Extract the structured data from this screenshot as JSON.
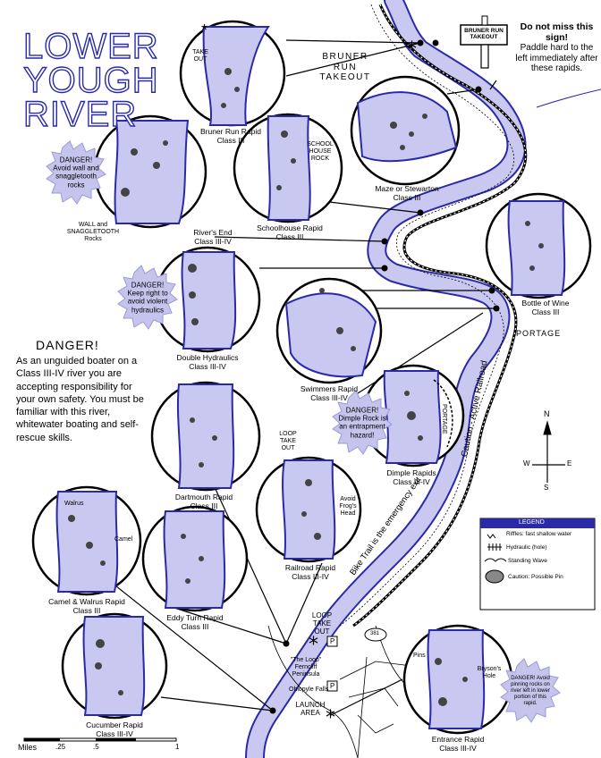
{
  "title": {
    "line1": "LOWER",
    "line2": "YOUGH",
    "line3": "RIVER"
  },
  "bruner_sign": {
    "sign_text": "BRUNER RUN TAKEOUT",
    "note_heading": "Do not miss this sign!",
    "note_body": "Paddle hard to the left immediately after these rapids."
  },
  "map_labels": {
    "bruner_takeout": "BRUNER RUN TAKEOUT",
    "portage": "PORTAGE",
    "railroad": "Caution - Active Railroad",
    "bike_trail": "Bike Trail is the emergency exit",
    "loop_takeout": "LOOP TAKE OUT",
    "the_loop": "\"The Loop\" Ferncliff Peninsula",
    "ohiopyle_falls": "Ohiopyle Falls",
    "launch_area": "LAUNCH AREA",
    "route": "381",
    "parking": "P"
  },
  "rapids": [
    {
      "name": "Bruner Run Rapid",
      "cls": "Class III"
    },
    {
      "name": "Maze or Stewarton",
      "cls": "Class III"
    },
    {
      "name": "Schoolhouse Rapid",
      "cls": "Class III"
    },
    {
      "name": "River's End",
      "cls": "Class III-IV"
    },
    {
      "name": "Bottle of Wine",
      "cls": "Class III"
    },
    {
      "name": "Double Hydraulics",
      "cls": "Class III-IV"
    },
    {
      "name": "Swimmers Rapid",
      "cls": "Class III-IV"
    },
    {
      "name": "Dimple Rapids",
      "cls": "Class III-IV"
    },
    {
      "name": "Dartmouth Rapid",
      "cls": "Class III"
    },
    {
      "name": "Railroad Rapid",
      "cls": "Class III-IV"
    },
    {
      "name": "Camel & Walrus Rapid",
      "cls": "Class III"
    },
    {
      "name": "Eddy Turn Rapid",
      "cls": "Class III"
    },
    {
      "name": "Cucumber Rapid",
      "cls": "Class III-IV"
    },
    {
      "name": "Entrance Rapid",
      "cls": "Class III-IV"
    }
  ],
  "inset_labels": {
    "take_out": "TAKE OUT",
    "school_house_rock": "SCHOOL HOUSE ROCK",
    "wall_snaggletooth": "WALL and SNAGGLETOOTH Rocks",
    "loop_take_out": "LOOP TAKE OUT",
    "avoid_frogs_head": "Avoid Frog's Head",
    "walrus": "Walrus",
    "camel": "Camel",
    "pins": "Pins",
    "brysons_hole": "Bryson's Hole",
    "portage": "PORTAGE"
  },
  "warnings": {
    "rivers_end": "DANGER! Avoid wall and snaggletooth rocks",
    "double_hydraulics": "DANGER! Keep right to avoid violent hydraulics",
    "dimple": "DANGER! Dimple Rock is an entrapment hazard!",
    "entrance": "DANGER! Avoid pinning rocks on river left in lower portion of this rapid."
  },
  "danger_notice": {
    "heading": "DANGER!",
    "body": "As an unguided boater on a Class III-IV river you are accepting responsibility for your own safety. You must be familiar with this river, whitewater boating and self-rescue skills."
  },
  "compass": {
    "n": "N",
    "s": "S",
    "e": "E",
    "w": "W"
  },
  "legend": {
    "title": "LEGEND",
    "riffles": "Riffles: fast shallow water",
    "hydraulic": "Hydraulic (hole)",
    "standing_wave": "Standing Wave",
    "caution": "Caution: Possible Pin"
  },
  "scale": {
    "unit": "Miles",
    "t1": ".25",
    "t2": ".5",
    "t3": "1"
  },
  "colors": {
    "river": "#c8c8f0",
    "river_edge": "#2a2aa8",
    "burst": "#c4c4ec",
    "legend_head": "#2a2aa8"
  }
}
